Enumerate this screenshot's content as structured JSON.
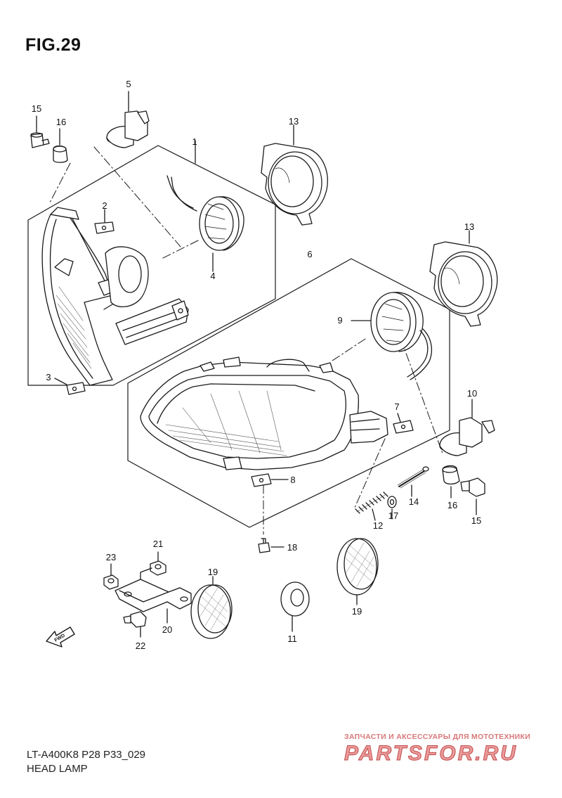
{
  "figure": {
    "title": "FIG.29"
  },
  "footer": {
    "model": "LT-A400K8 P28 P33_029",
    "caption": "HEAD LAMP"
  },
  "fwd_label": "FWD",
  "watermark": {
    "tagline": "ЗАПЧАСТИ И АКСЕССУАРЫ ДЛЯ МОТОТЕХНИКИ",
    "site": "PARTSFOR.RU"
  },
  "callouts": [
    {
      "id": "c-15a",
      "label": "15"
    },
    {
      "id": "c-16a",
      "label": "16"
    },
    {
      "id": "c-5",
      "label": "5"
    },
    {
      "id": "c-13a",
      "label": "13"
    },
    {
      "id": "c-1",
      "label": "1"
    },
    {
      "id": "c-2",
      "label": "2"
    },
    {
      "id": "c-4",
      "label": "4"
    },
    {
      "id": "c-3",
      "label": "3"
    },
    {
      "id": "c-6",
      "label": "6"
    },
    {
      "id": "c-13b",
      "label": "13"
    },
    {
      "id": "c-9",
      "label": "9"
    },
    {
      "id": "c-7",
      "label": "7"
    },
    {
      "id": "c-10",
      "label": "10"
    },
    {
      "id": "c-8",
      "label": "8"
    },
    {
      "id": "c-14",
      "label": "14"
    },
    {
      "id": "c-16b",
      "label": "16"
    },
    {
      "id": "c-12",
      "label": "12"
    },
    {
      "id": "c-17",
      "label": "17"
    },
    {
      "id": "c-15b",
      "label": "15"
    },
    {
      "id": "c-18",
      "label": "18"
    },
    {
      "id": "c-21",
      "label": "21"
    },
    {
      "id": "c-23",
      "label": "23"
    },
    {
      "id": "c-19a",
      "label": "19"
    },
    {
      "id": "c-19b",
      "label": "19"
    },
    {
      "id": "c-20",
      "label": "20"
    },
    {
      "id": "c-11",
      "label": "11"
    },
    {
      "id": "c-22",
      "label": "22"
    }
  ]
}
